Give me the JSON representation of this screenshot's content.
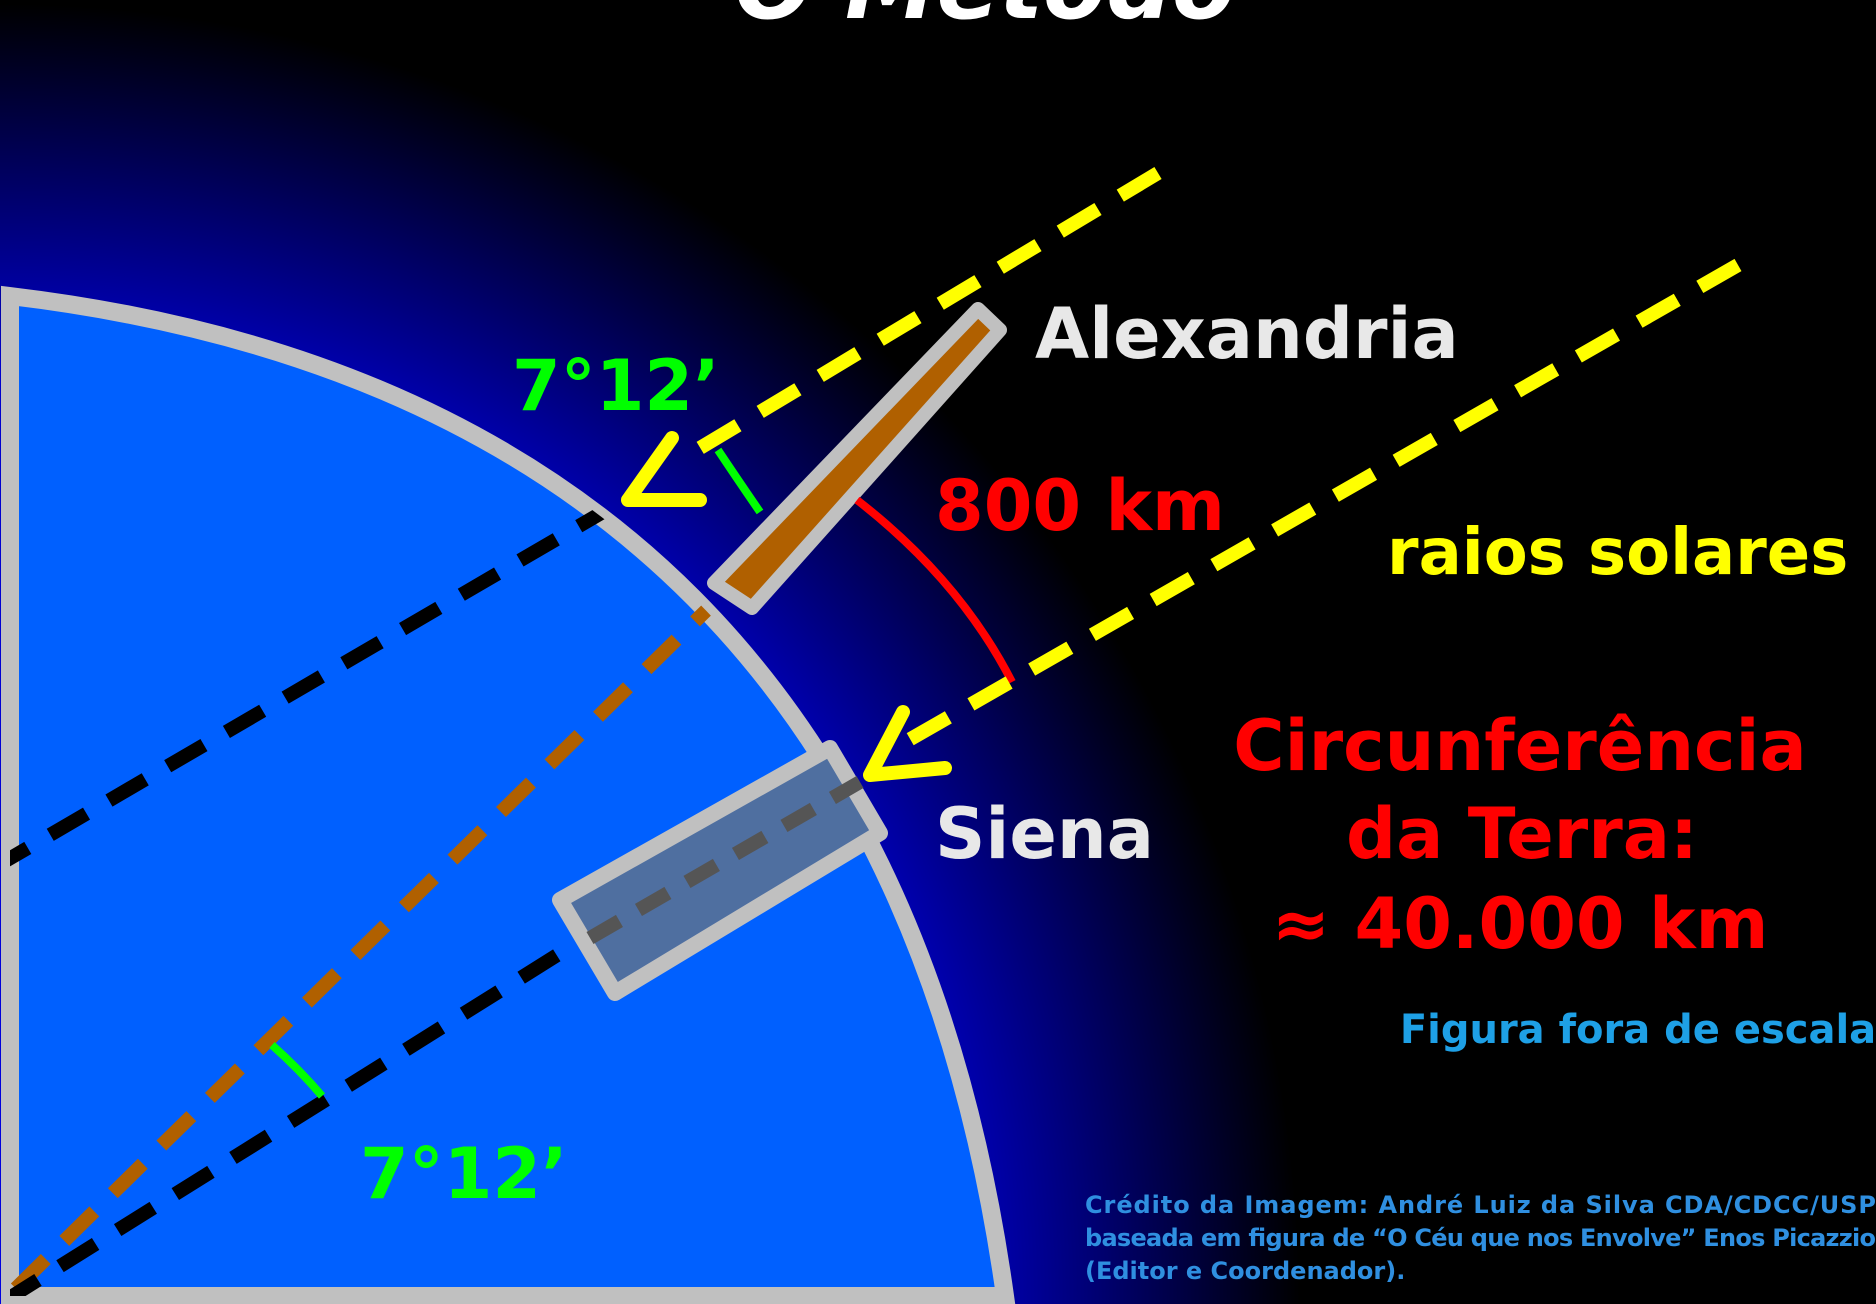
{
  "title": "O Método",
  "labels": {
    "alexandria": "Alexandria",
    "siena": "Siena",
    "angle_top": "7°12’",
    "angle_bottom": "7°12’",
    "distance": "800 km",
    "sun_rays": "raios solares",
    "circumference_line1": "Circunferência",
    "circumference_line2": "da Terra:",
    "circumference_line3": "≈  40.000 km",
    "scale_note": "Figura fora de escala",
    "credit_line1": "Crédito da Imagem: André Luiz da Silva CDA/CDCC/USP",
    "credit_line2": "baseada em figura de “O Céu que nos Envolve” Enos Picazzio",
    "credit_line3": "(Editor e Coordenador)."
  },
  "colors": {
    "background": "#000000",
    "earth": "#0060ff",
    "earth_outline": "#c0c0c0",
    "atmosphere": "#0000cc",
    "sun_rays": "#ffff00",
    "angle": "#00ff00",
    "distance": "#ff0000",
    "gnomon": "#b06000",
    "well": "#5070a0",
    "label_white": "#e8e8e8",
    "scale_note": "#1ea0e6",
    "credit": "#2f8fe0"
  }
}
